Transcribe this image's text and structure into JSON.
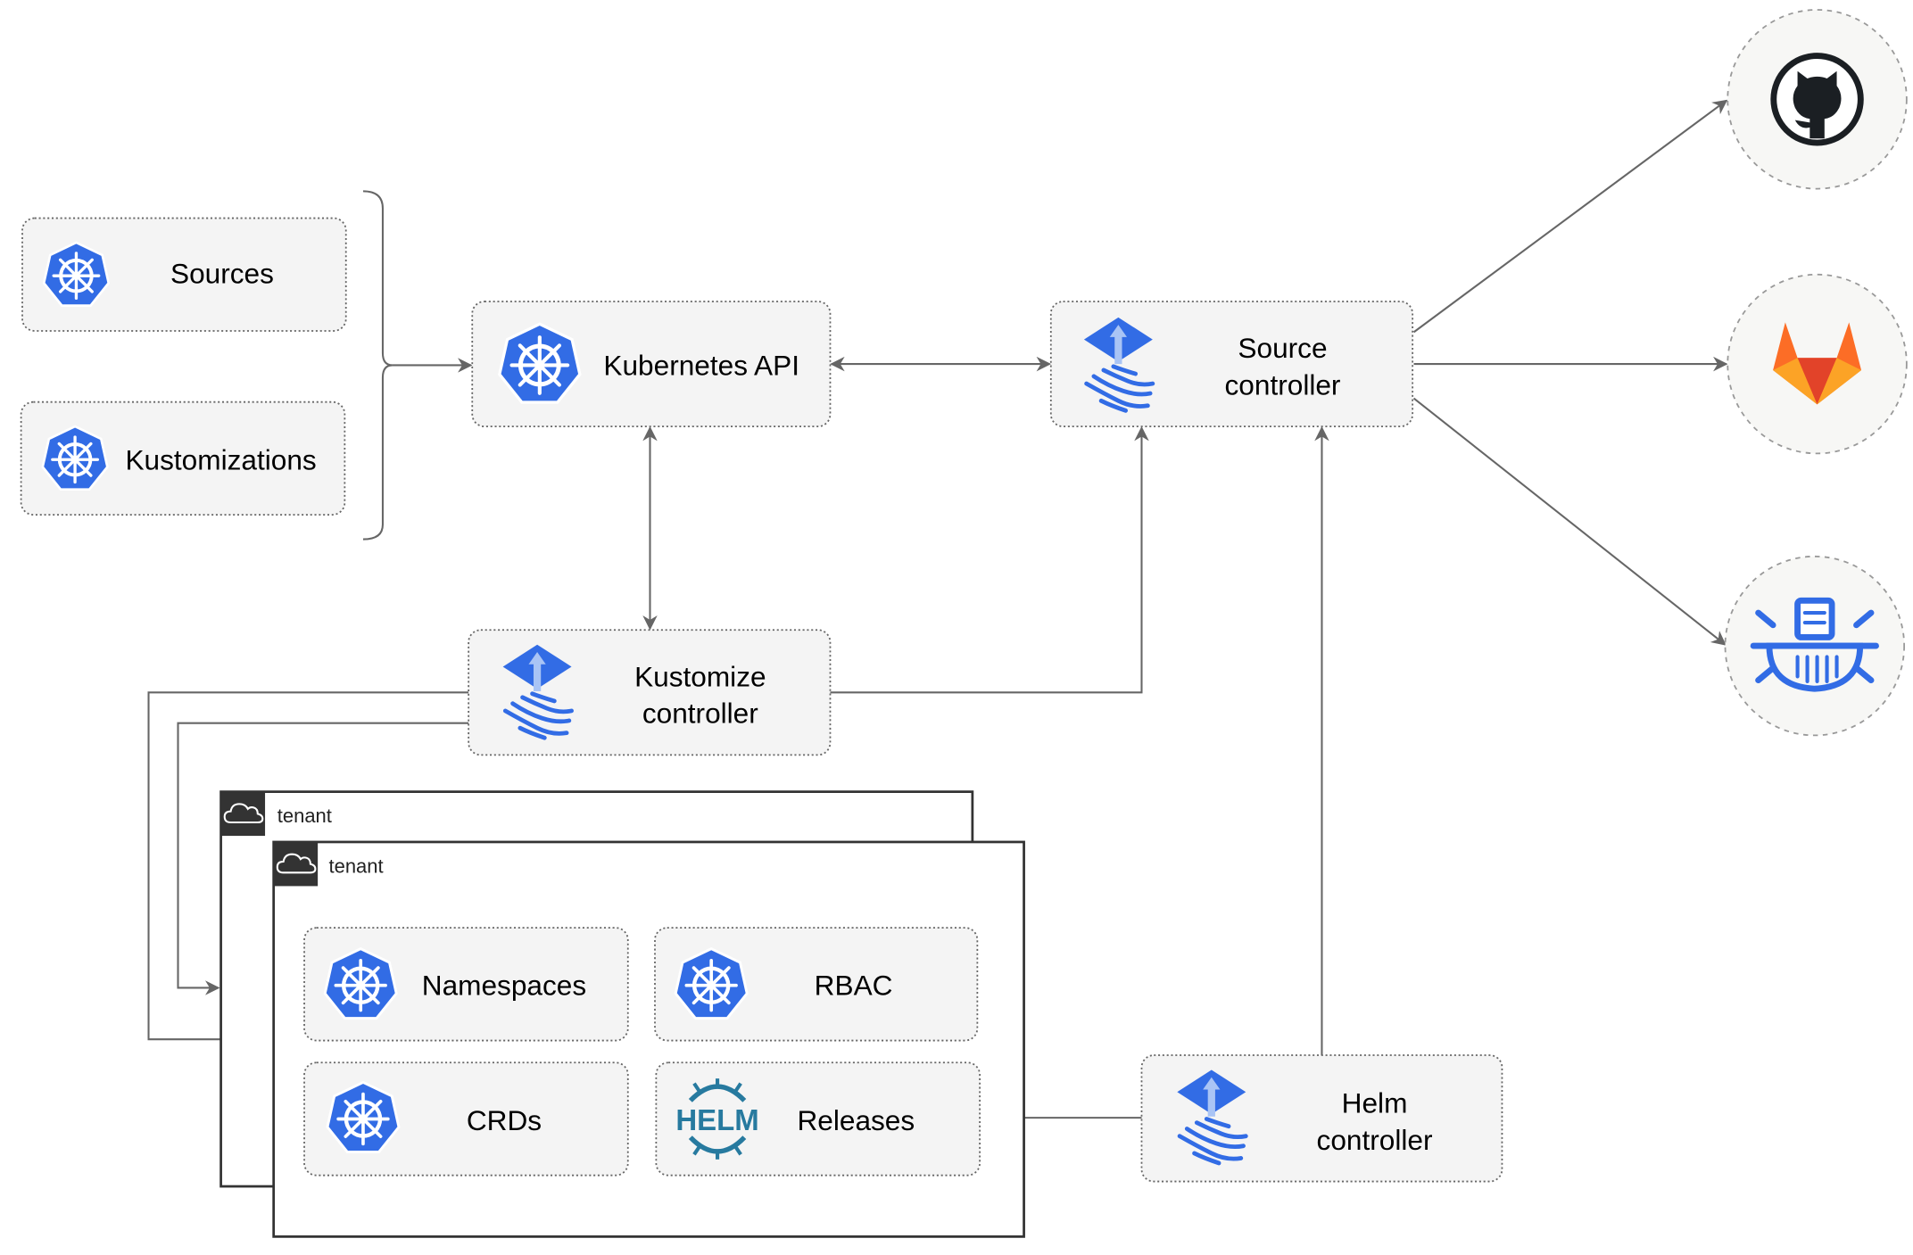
{
  "nodes": {
    "sources": "Sources",
    "kustomizations": "Kustomizations",
    "kubernetes_api": "Kubernetes API",
    "source_controller": [
      "Source",
      "controller"
    ],
    "kustomize_controller": [
      "Kustomize",
      "controller"
    ],
    "helm_controller": [
      "Helm",
      "controller"
    ],
    "namespaces": "Namespaces",
    "rbac": "RBAC",
    "crds": "CRDs",
    "releases": "Releases"
  },
  "tenants": [
    "tenant",
    "tenant"
  ],
  "helm_logo_text": "HELM",
  "external_sources": [
    "github-icon",
    "gitlab-icon",
    "bucket-icon"
  ],
  "colors": {
    "k8s_blue": "#326ce5",
    "edge": "#666666",
    "box_fill": "#f4f4f4",
    "tenant_header": "#333333",
    "helm": "#277a9f"
  }
}
